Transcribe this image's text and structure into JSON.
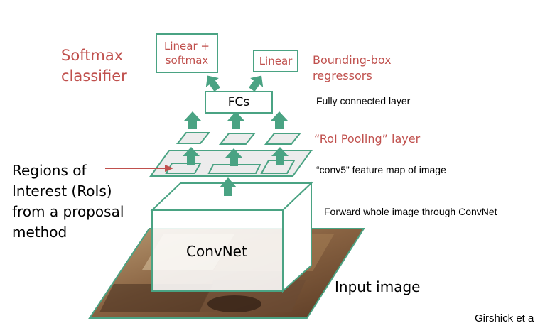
{
  "labels": {
    "softmax_classifier_line1": "Softmax",
    "softmax_classifier_line2": "classifier",
    "linear_softmax_line1": "Linear +",
    "linear_softmax_line2": "softmax",
    "linear": "Linear",
    "bbox_regressors_line1": "Bounding-box",
    "bbox_regressors_line2": "regressors",
    "fcs": "FCs",
    "fully_connected_layer": "Fully connected layer",
    "roi_pooling_layer": "“RoI Pooling” layer",
    "conv5_feature_map": "“conv5” feature map of image",
    "regions_line1": "Regions of",
    "regions_line2": "Interest (RoIs)",
    "regions_line3": "from a proposal",
    "regions_line4": "method",
    "forward_whole_image": "Forward whole image through ConvNet",
    "convnet": "ConvNet",
    "input_image": "Input image",
    "citation": "Girshick et a"
  },
  "colors": {
    "accent_green": "#4aa383",
    "label_red": "#c0504d",
    "plane_fill": "#ececec",
    "text": "#000000"
  }
}
